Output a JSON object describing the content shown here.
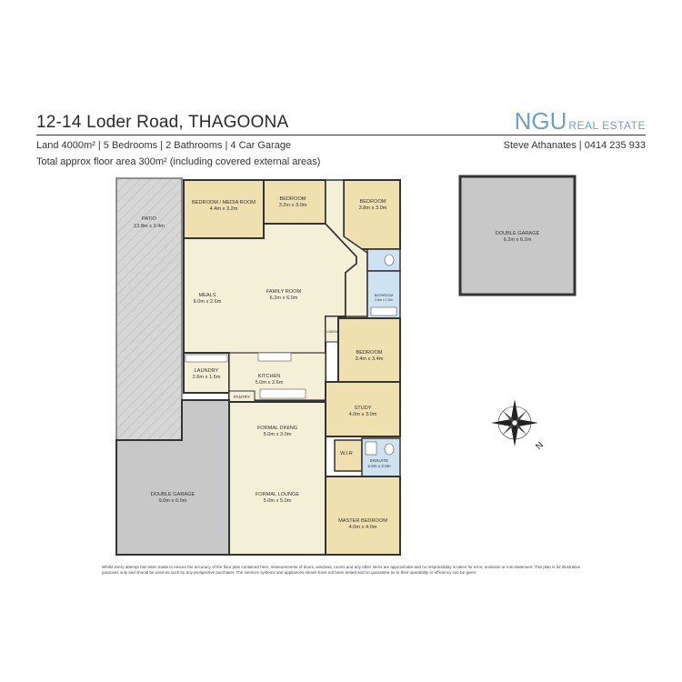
{
  "header": {
    "address": "12-14 Loder Road, THAGOONA",
    "brand_main": "NGU",
    "brand_sub": "REAL ESTATE",
    "summary": "Land 4000m² | 5 Bedrooms | 2 Bathrooms | 4 Car Garage",
    "floor_area": "Total approx floor area 300m² (including covered external areas)",
    "agent": "Steve Athanates | 0414 235 933"
  },
  "rooms": {
    "patio": {
      "name": "PATIO",
      "size": "13.8m x 3.4m"
    },
    "bedroom_media": {
      "name": "BEDROOM / MEDIA ROOM",
      "size": "4.4m x 3.2m"
    },
    "bedroom2": {
      "name": "BEDROOM",
      "size": "3.2m x 3.0m"
    },
    "bedroom3": {
      "name": "BEDROOM",
      "size": "3.8m x 3.0m"
    },
    "double_garage_detached": {
      "name": "DOUBLE GARAGE",
      "size": "6.2m x 6.2m"
    },
    "meals": {
      "name": "MEALS",
      "size": "6.0m x 2.6m"
    },
    "family_room": {
      "name": "FAMILY ROOM",
      "size": "6.2m x 6.0m"
    },
    "bathroom": {
      "name": "BATHROOM",
      "size": "2.8m x 1.9m"
    },
    "linen": {
      "name": "LINEN"
    },
    "bedroom4": {
      "name": "BEDROOM",
      "size": "3.4m x 3.4m"
    },
    "laundry": {
      "name": "LAUNDRY",
      "size": "2.6m x 1.6m"
    },
    "kitchen": {
      "name": "KITCHEN",
      "size": "5.0m x 2.6m"
    },
    "pantry": {
      "name": "PANTRY"
    },
    "study": {
      "name": "STUDY",
      "size": "4.0m x 3.0m"
    },
    "formal_dining": {
      "name": "FORMAL DINING",
      "size": "5.0m x 3.0m"
    },
    "wir": {
      "name": "W.I.R"
    },
    "ensuite": {
      "name": "ENSUITE",
      "size": "2.0m x 2.0m"
    },
    "double_garage": {
      "name": "DOUBLE GARAGE",
      "size": "9.0m x 6.0m"
    },
    "formal_lounge": {
      "name": "FORMAL LOUNGE",
      "size": "5.0m x 5.0m"
    },
    "master_bedroom": {
      "name": "MASTER BEDROOM",
      "size": "4.0m x 4.0m"
    }
  },
  "compass": {
    "north_label": "N"
  },
  "disclaimer": "Whilst every attempt has been made to ensure the accuracy of the floor plan contained here, measurements of doors, windows, rooms and any other items are approximate and no responsibility is taken for error, omission or mis-statement. This plan is for illustrative purposes only and should be used as such by any prospective purchaser. The services systems and appliances shown have not been tested and no guarantee as to their operability or efficiency can be given.",
  "colors": {
    "bedroom": "#efe0b0",
    "living": "#f4f0d8",
    "wet": "#cde3f2",
    "garage": "#c8c8c8",
    "patio": "#d9d9d9",
    "brand": "#6fa0cc"
  }
}
